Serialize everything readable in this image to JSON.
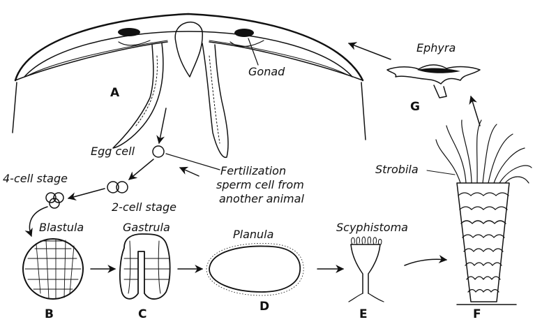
{
  "labels": {
    "gonad": "Gonad",
    "ephyra": "Ephyra",
    "egg_cell": "Egg cell",
    "fertilization_line1": "Fertilization",
    "fertilization_line2": "sperm cell from",
    "fertilization_line3": "another animal",
    "four_cell": "4-cell stage",
    "two_cell": "2-cell stage",
    "strobila": "Strobila",
    "blastula": "Blastula",
    "gastrula": "Gastrula",
    "planula": "Planula",
    "scyphistoma": "Scyphistoma"
  },
  "letters": {
    "a": "A",
    "b": "B",
    "c": "C",
    "d": "D",
    "e": "E",
    "f": "F",
    "g": "G"
  },
  "colors": {
    "ink": "#111111",
    "background": "#ffffff"
  }
}
